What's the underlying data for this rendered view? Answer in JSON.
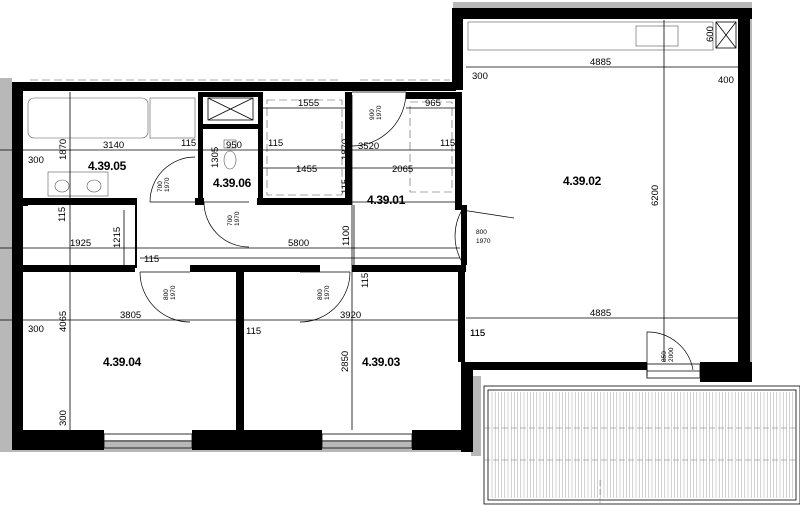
{
  "rooms": [
    {
      "id": "r0502",
      "label": "4.39.02"
    },
    {
      "id": "r0501",
      "label": "4.39.01"
    },
    {
      "id": "r0503",
      "label": "4.39.03"
    },
    {
      "id": "r0504",
      "label": "4.39.04"
    },
    {
      "id": "r0505",
      "label": "4.39.05"
    },
    {
      "id": "r0506",
      "label": "4.39.06"
    }
  ],
  "dimensions": {
    "d4885_top": "4885",
    "d300_top": "300",
    "d400": "400",
    "d600": "600",
    "d6200": "6200",
    "d4885_mid": "4885",
    "d115_r": "115",
    "d1555": "1555",
    "d965": "965",
    "d3520": "3520",
    "d115_c": "115",
    "d1455": "1455",
    "d2065": "2065",
    "d1870_a": "1870",
    "d1870_b": "1870",
    "d3140": "3140",
    "d115_bath": "115",
    "d950": "950",
    "d115_wc": "115",
    "d1305": "1305",
    "d300_l": "300",
    "d115_l": "115",
    "d1925": "1925",
    "d1215": "1215",
    "d5800": "5800",
    "d1100": "1100",
    "d115_hall": "115",
    "d115_hall_r": "115",
    "d115_c2": "115",
    "d3805": "3805",
    "d3920": "3920",
    "d4065": "4065",
    "d300_l2": "300",
    "d115_bed": "115",
    "d2850": "2850",
    "d300_bot": "300",
    "d115_r2": "115"
  },
  "doors": {
    "door_900": {
      "w": "900",
      "h": "1970"
    },
    "door_700a": {
      "w": "700",
      "h": "1970"
    },
    "door_700b": {
      "w": "700",
      "h": "1970"
    },
    "door_800_liv": {
      "w": "800",
      "h": "1970"
    },
    "door_800_b1": {
      "w": "800",
      "h": "1970"
    },
    "door_800_b2": {
      "w": "800",
      "h": "1970"
    },
    "door_850": {
      "w": "850",
      "h": "2000"
    }
  }
}
